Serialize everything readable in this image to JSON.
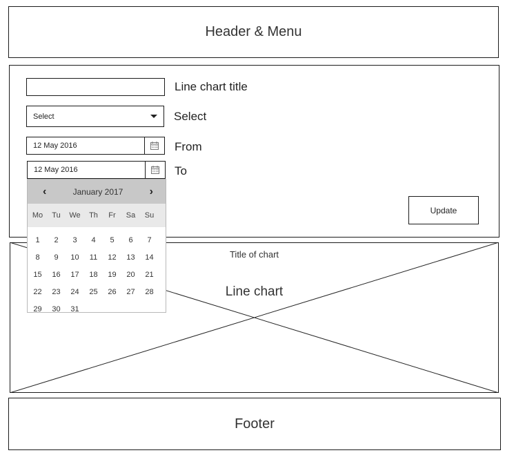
{
  "header": {
    "title": "Header & Menu"
  },
  "form": {
    "title_label": "Line chart title",
    "title_value": "",
    "select_value": "Select",
    "select_label": "Select",
    "from_value": "12 May 2016",
    "from_label": "From",
    "to_value": "12 May 2016",
    "to_label": "To",
    "update_button": "Update"
  },
  "datepicker": {
    "month_label": "January 2017",
    "prev_icon": "chevron-left-icon",
    "next_icon": "chevron-right-icon",
    "weekdays": [
      "Mo",
      "Tu",
      "We",
      "Th",
      "Fr",
      "Sa",
      "Su"
    ],
    "days": [
      "1",
      "2",
      "3",
      "4",
      "5",
      "6",
      "7",
      "8",
      "9",
      "10",
      "11",
      "12",
      "13",
      "14",
      "15",
      "16",
      "17",
      "18",
      "19",
      "20",
      "21",
      "22",
      "23",
      "24",
      "25",
      "26",
      "27",
      "28",
      "29",
      "30",
      "31"
    ]
  },
  "chart": {
    "title": "Title of chart",
    "placeholder": "Line chart"
  },
  "footer": {
    "title": "Footer"
  }
}
